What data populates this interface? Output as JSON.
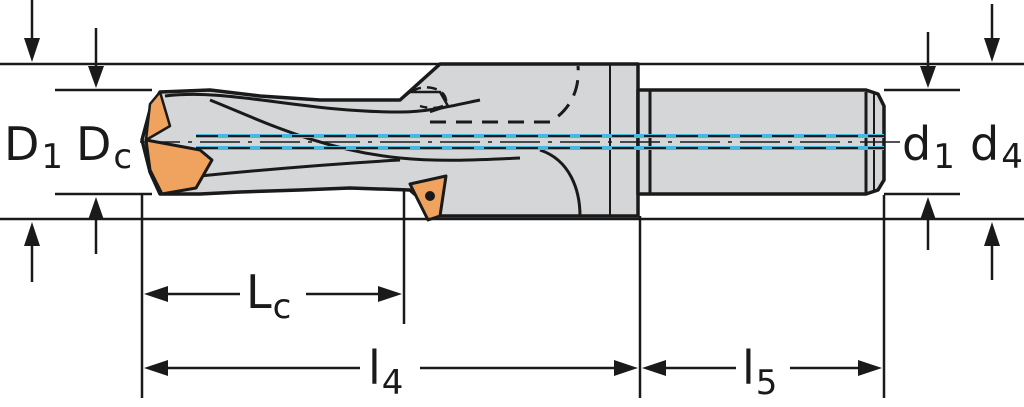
{
  "labels": {
    "D1": {
      "main": "D",
      "sub": "1"
    },
    "Dc": {
      "main": "D",
      "sub": "c"
    },
    "d1": {
      "main": "d",
      "sub": "1"
    },
    "d4": {
      "main": "d",
      "sub": "4"
    },
    "Lc": {
      "main": "L",
      "sub": "c"
    },
    "l4": {
      "main": "l",
      "sub": "4"
    },
    "l5": {
      "main": "l",
      "sub": "5"
    }
  },
  "colors": {
    "line": "#1a1a1a",
    "body_fill": "#d4d6d8",
    "insert_fill": "#f0a35e",
    "coolant": "#49b8e0"
  }
}
